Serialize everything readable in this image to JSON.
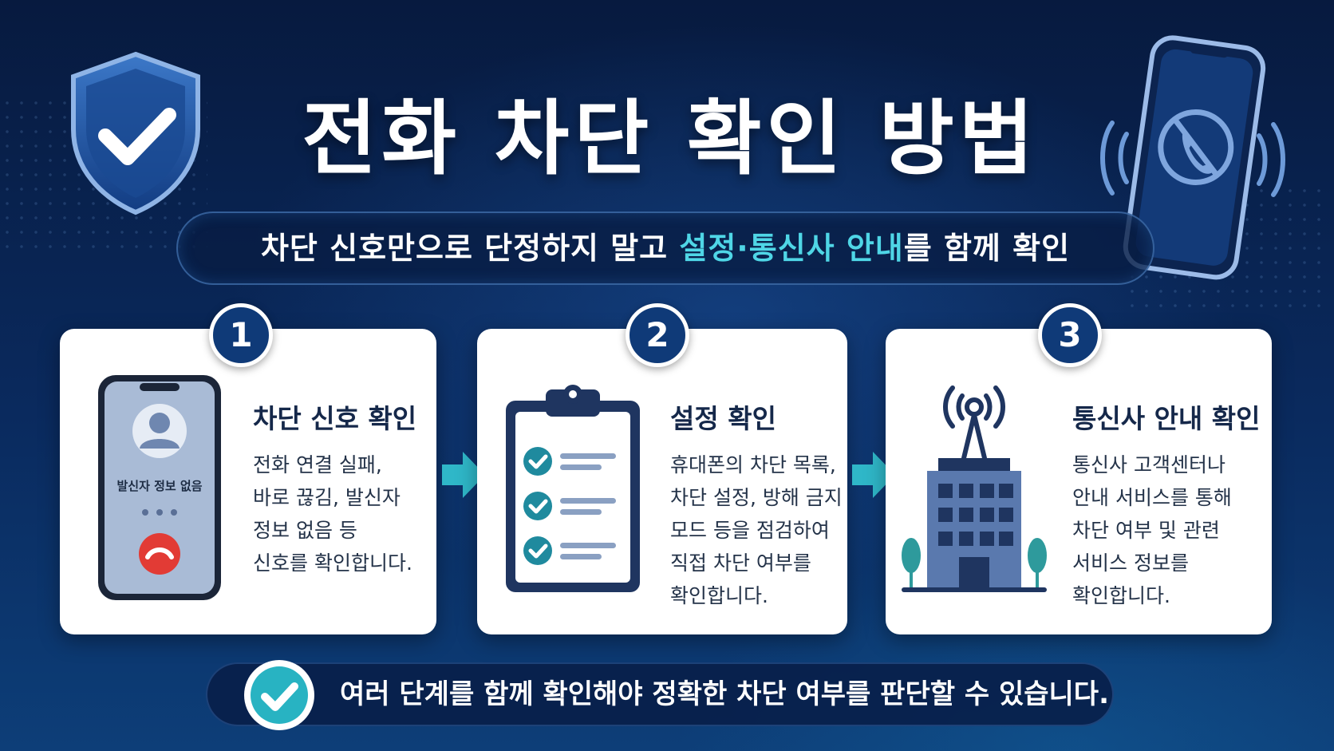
{
  "header": {
    "title": "전화 차단 확인 방법",
    "subtitle_before": "차단 신호만으로 단정하지 말고 ",
    "subtitle_highlight": "설정·통신사 안내",
    "subtitle_after": "를 함께 확인"
  },
  "steps": [
    {
      "number": "1",
      "title": "차단 신호 확인",
      "desc": [
        "전화 연결 실패,",
        "바로 끊김, 발신자",
        "정보 없음 등",
        "신호를 확인합니다."
      ],
      "illustration_label": "발신자 정보 없음",
      "icon": "phone-call-screen-icon"
    },
    {
      "number": "2",
      "title": "설정 확인",
      "desc": [
        "휴대폰의 차단 목록,",
        "차단 설정, 방해 금지",
        "모드 등을 점검하여",
        "직접 차단 여부를",
        "확인합니다."
      ],
      "icon": "clipboard-checklist-icon"
    },
    {
      "number": "3",
      "title": "통신사 안내 확인",
      "desc": [
        "통신사 고객센터나",
        "안내 서비스를 통해",
        "차단 여부 및 관련",
        "서비스 정보를",
        "확인합니다."
      ],
      "icon": "carrier-building-antenna-icon"
    }
  ],
  "footer": {
    "text": "여러 단계를 함께 확인해야 정확한 차단 여부를 판단할 수 있습니다."
  },
  "colors": {
    "background_top": "#071a3f",
    "background_bottom": "#0d3e78",
    "accent_teal": "#4fd6e6",
    "badge_navy": "#0f3a78",
    "card_bg": "#ffffff",
    "check_teal": "#1f8a9e",
    "decline_red": "#e23b35"
  },
  "icons": {
    "shield": "shield-check-icon",
    "blocked_phone": "blocked-phone-icon",
    "footer_check": "check-circle-icon",
    "arrow": "arrow-right-icon"
  }
}
